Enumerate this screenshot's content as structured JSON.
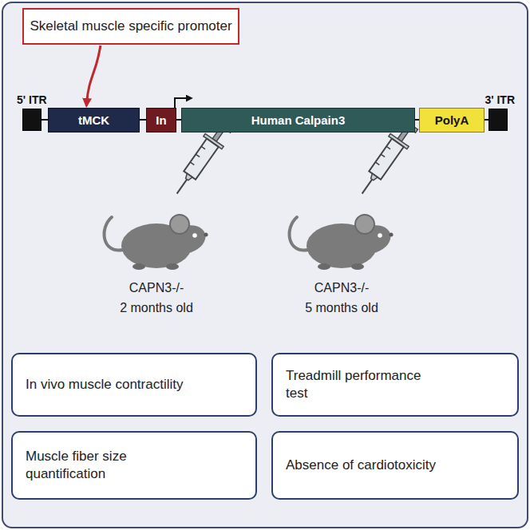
{
  "diagram": {
    "nodes": [
      {
        "text": [
          "Skeletal muscle specific promoter"
        ]
      },
      {
        "text": [
          "5' ITR"
        ]
      },
      {
        "text": [
          "tMCK"
        ]
      },
      {
        "text": [
          "In"
        ]
      },
      {
        "text": [
          "Human Calpain3"
        ]
      },
      {
        "text": [
          "PolyA"
        ]
      },
      {
        "text": [
          "3' ITR"
        ]
      },
      {
        "text": [
          "In vivo muscle contractility"
        ]
      },
      {
        "text": [
          "Treadmill performance test"
        ]
      },
      {
        "text": [
          "Muscle fiber size quantification"
        ]
      },
      {
        "text": [
          "Absence of cardiotoxicity"
        ]
      }
    ],
    "edges": [
      {
        "from": 0,
        "to": 2,
        "arrow": "to"
      }
    ],
    "labels": [
      "CAPN3-/-",
      "2 months old",
      "CAPN3-/-",
      "5 months old"
    ]
  }
}
